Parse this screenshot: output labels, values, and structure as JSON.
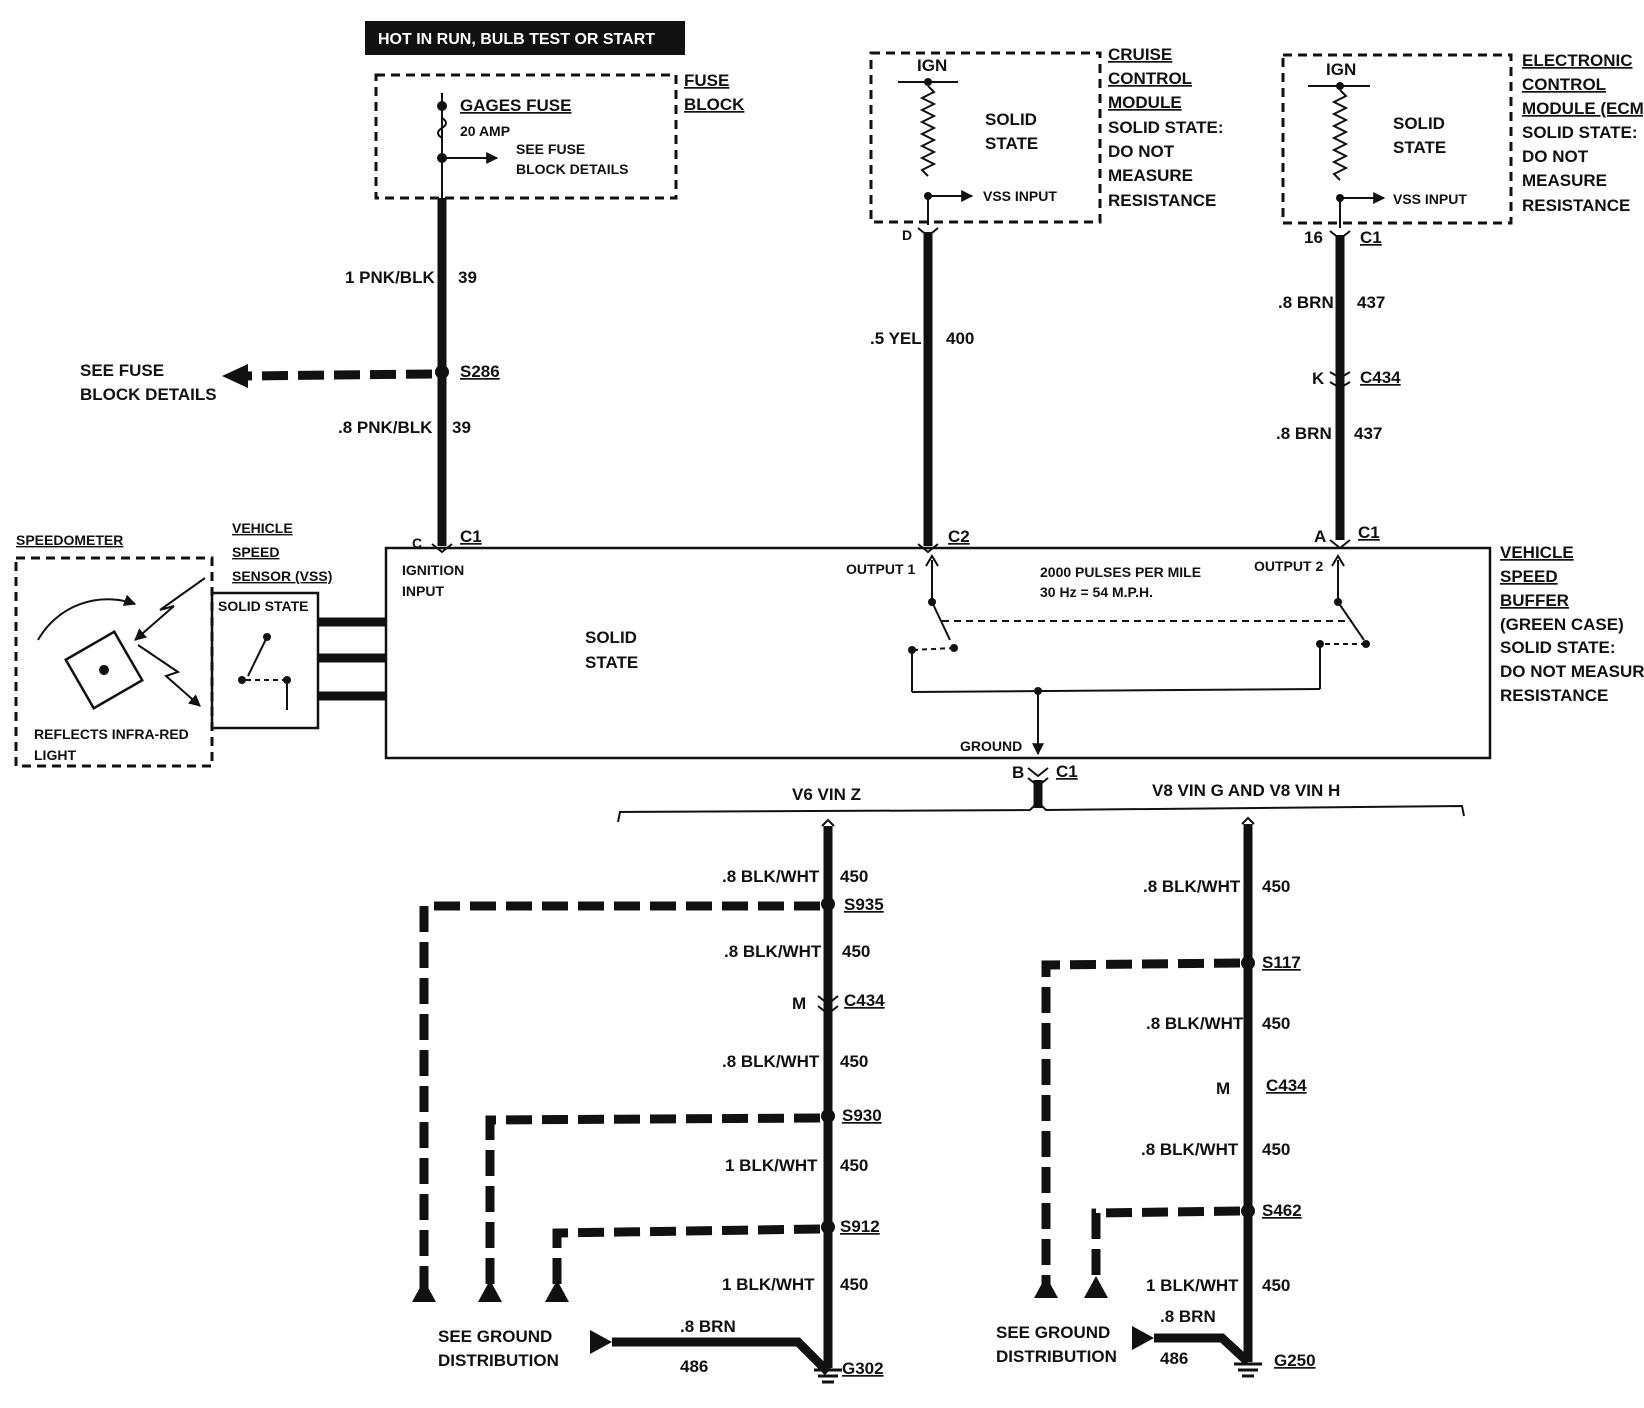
{
  "header": {
    "power_label": "HOT IN RUN, BULB TEST OR START"
  },
  "fuse_block": {
    "title_line1": "FUSE",
    "title_line2": "BLOCK",
    "fuse_name": "GAGES FUSE",
    "fuse_rating": "20 AMP",
    "see_line1": "SEE FUSE",
    "see_line2": "BLOCK DETAILS"
  },
  "splice_s286": {
    "name": "S286",
    "see_line1": "SEE FUSE",
    "see_line2": "BLOCK DETAILS"
  },
  "wire_39_upper": {
    "gauge": "1 PNK/BLK",
    "circuit": "39"
  },
  "wire_39_lower": {
    "gauge": ".8 PNK/BLK",
    "circuit": "39"
  },
  "cruise_module": {
    "ign": "IGN",
    "state1": "SOLID",
    "state2": "STATE",
    "vss": "VSS INPUT",
    "title": [
      "CRUISE",
      "CONTROL",
      "MODULE"
    ],
    "note": [
      "SOLID STATE:",
      "DO NOT",
      "MEASURE",
      "RESISTANCE"
    ],
    "pin": "D"
  },
  "wire_400": {
    "gauge": ".5 YEL",
    "circuit": "400"
  },
  "ecm": {
    "ign": "IGN",
    "state1": "SOLID",
    "state2": "STATE",
    "vss": "VSS INPUT",
    "title": [
      "ELECTRONIC",
      "CONTROL",
      "MODULE (ECM)"
    ],
    "note": [
      "SOLID STATE:",
      "DO NOT",
      "MEASURE",
      "RESISTANCE"
    ],
    "pin": "16",
    "conn": "C1"
  },
  "wire_437_upper": {
    "gauge": ".8 BRN",
    "circuit": "437"
  },
  "c434_top": {
    "pin": "K",
    "name": "C434"
  },
  "wire_437_lower": {
    "gauge": ".8 BRN",
    "circuit": "437"
  },
  "speedometer": {
    "title": "SPEEDOMETER",
    "note1": "REFLECTS INFRA-RED",
    "note2": "LIGHT"
  },
  "vss": {
    "title": [
      "VEHICLE",
      "SPEED",
      "SENSOR (VSS)"
    ],
    "inner": "SOLID STATE"
  },
  "buffer": {
    "pin_c": "C",
    "conn_c1": "C1",
    "conn_c2": "C2",
    "pin_a": "A",
    "conn_a1": "C1",
    "ignition1": "IGNITION",
    "ignition2": "INPUT",
    "solid1": "SOLID",
    "solid2": "STATE",
    "output1": "OUTPUT 1",
    "output2": "OUTPUT 2",
    "pulses": "2000 PULSES PER MILE",
    "freq": "30 Hz = 54 M.P.H.",
    "ground": "GROUND",
    "title": [
      "VEHICLE",
      "SPEED",
      "BUFFER"
    ],
    "note": [
      "(GREEN CASE)",
      "SOLID STATE:",
      "DO NOT MEASURE",
      "RESISTANCE"
    ]
  },
  "ground_conn": {
    "pin": "B",
    "name": "C1"
  },
  "variants": {
    "left": "V6 VIN Z",
    "right": "V8 VIN G AND V8 VIN H"
  },
  "left_branch": {
    "w1": {
      "gauge": ".8 BLK/WHT",
      "circuit": "450"
    },
    "s935": "S935",
    "w2": {
      "gauge": ".8 BLK/WHT",
      "circuit": "450"
    },
    "c434_pin": "M",
    "c434": "C434",
    "w3": {
      "gauge": ".8 BLK/WHT",
      "circuit": "450"
    },
    "s930": "S930",
    "w4": {
      "gauge": "1 BLK/WHT",
      "circuit": "450"
    },
    "s912": "S912",
    "w5": {
      "gauge": "1 BLK/WHT",
      "circuit": "450"
    },
    "see1": "SEE GROUND",
    "see2": "DISTRIBUTION",
    "brn_gauge": ".8 BRN",
    "brn_circuit": "486",
    "ground": "G302"
  },
  "right_branch": {
    "w1": {
      "gauge": ".8 BLK/WHT",
      "circuit": "450"
    },
    "s117": "S117",
    "w2": {
      "gauge": ".8 BLK/WHT",
      "circuit": "450"
    },
    "c434_pin": "M",
    "c434": "C434",
    "w3": {
      "gauge": ".8 BLK/WHT",
      "circuit": "450"
    },
    "s462": "S462",
    "w4": {
      "gauge": "1 BLK/WHT",
      "circuit": "450"
    },
    "see1": "SEE GROUND",
    "see2": "DISTRIBUTION",
    "brn_gauge": ".8 BRN",
    "brn_circuit": "486",
    "ground": "G250"
  }
}
